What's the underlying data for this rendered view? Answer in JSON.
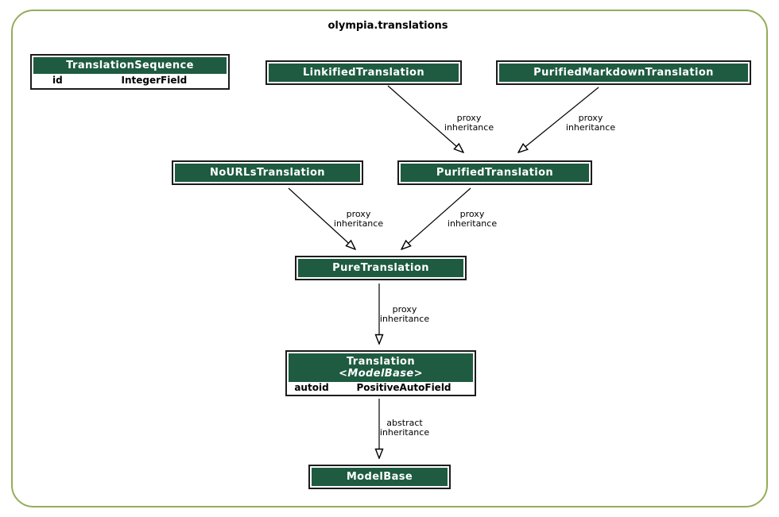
{
  "diagram": {
    "title": "olympia.translations"
  },
  "colors": {
    "header_fill": "#1e5b41",
    "header_text": "#ffffff",
    "node_border": "#1c1c1c",
    "frame_border": "#94ad58",
    "edge_color": "#000000"
  },
  "nodes": [
    {
      "title": "TranslationSequence",
      "fields": [
        {
          "name": "id",
          "type": "IntegerField"
        }
      ]
    },
    {
      "title": "LinkifiedTranslation"
    },
    {
      "title": "PurifiedMarkdownTranslation"
    },
    {
      "title": "NoURLsTranslation"
    },
    {
      "title": "PurifiedTranslation"
    },
    {
      "title": "PureTranslation"
    },
    {
      "title": "Translation",
      "subtitle": "<ModelBase>",
      "fields": [
        {
          "name": "autoid",
          "type": "PositiveAutoField"
        }
      ]
    },
    {
      "title": "ModelBase"
    }
  ],
  "edges": [
    {
      "from": "LinkifiedTranslation",
      "to": "PurifiedTranslation",
      "label": [
        "proxy",
        "inheritance"
      ]
    },
    {
      "from": "PurifiedMarkdownTranslation",
      "to": "PurifiedTranslation",
      "label": [
        "proxy",
        "inheritance"
      ]
    },
    {
      "from": "NoURLsTranslation",
      "to": "PureTranslation",
      "label": [
        "proxy",
        "inheritance"
      ]
    },
    {
      "from": "PurifiedTranslation",
      "to": "PureTranslation",
      "label": [
        "proxy",
        "inheritance"
      ]
    },
    {
      "from": "PureTranslation",
      "to": "Translation",
      "label": [
        "proxy",
        "inheritance"
      ]
    },
    {
      "from": "Translation",
      "to": "ModelBase",
      "label": [
        "abstract",
        "inheritance"
      ]
    }
  ]
}
